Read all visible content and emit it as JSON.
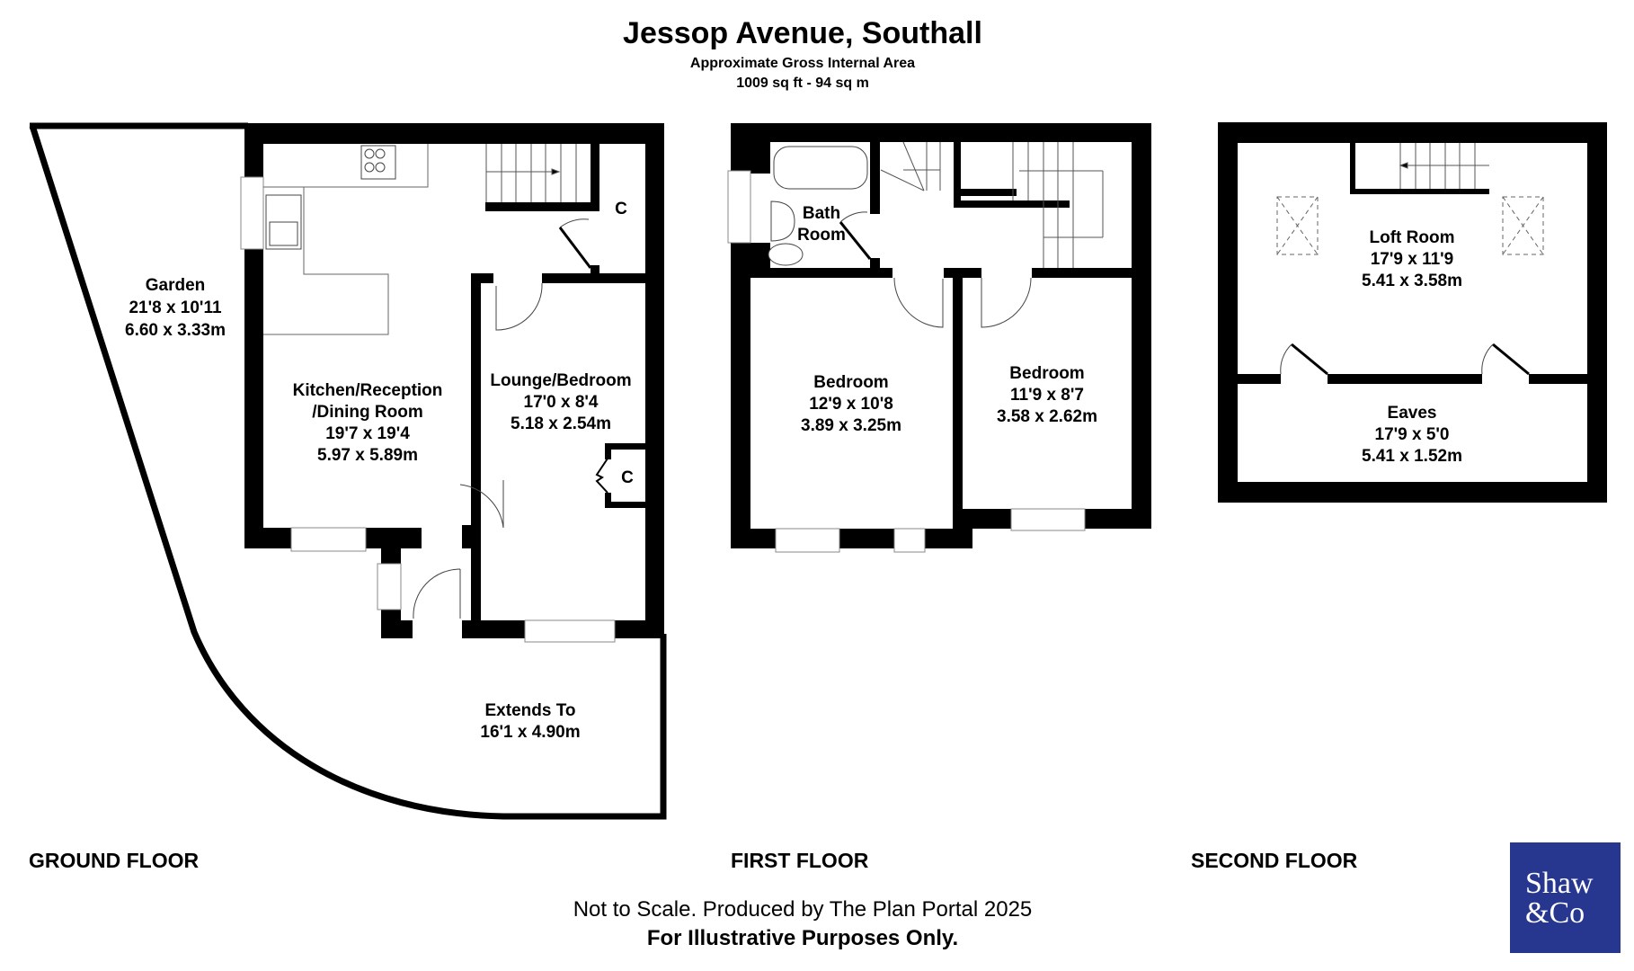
{
  "header": {
    "title": "Jessop Avenue, Southall",
    "subtitle": "Approximate Gross Internal Area",
    "area": "1009 sq ft - 94 sq m"
  },
  "floors": {
    "ground": {
      "label": "GROUND FLOOR",
      "rooms": [
        {
          "name": "Garden",
          "imperial": "21'8 x 10'11",
          "metric": "6.60 x 3.33m"
        },
        {
          "name_line1": "Kitchen/Reception",
          "name_line2": "/Dining Room",
          "imperial": "19'7 x 19'4",
          "metric": "5.97 x 5.89m"
        },
        {
          "name": "Lounge/Bedroom",
          "imperial": "17'0 x 8'4",
          "metric": "5.18 x 2.54m"
        },
        {
          "name": "Extends To",
          "metric": "16'1 x 4.90m"
        }
      ],
      "cupboards": [
        "C",
        "C"
      ]
    },
    "first": {
      "label": "FIRST FLOOR",
      "rooms": [
        {
          "name_line1": "Bath",
          "name_line2": "Room"
        },
        {
          "name": "Bedroom",
          "imperial": "12'9 x 10'8",
          "metric": "3.89 x 3.25m"
        },
        {
          "name": "Bedroom",
          "imperial": "11'9 x 8'7",
          "metric": "3.58 x 2.62m"
        }
      ]
    },
    "second": {
      "label": "SECOND FLOOR",
      "rooms": [
        {
          "name": "Loft Room",
          "imperial": "17'9 x 11'9",
          "metric": "5.41 x 3.58m"
        },
        {
          "name": "Eaves",
          "imperial": "17'9 x 5'0",
          "metric": "5.41 x 1.52m"
        }
      ]
    }
  },
  "footer": {
    "disclaimer": "Not to Scale. Produced by The Plan Portal 2025",
    "note": "For Illustrative Purposes Only."
  },
  "logo": {
    "line1": "Shaw",
    "line2": "&Co",
    "color": "#27378f"
  }
}
